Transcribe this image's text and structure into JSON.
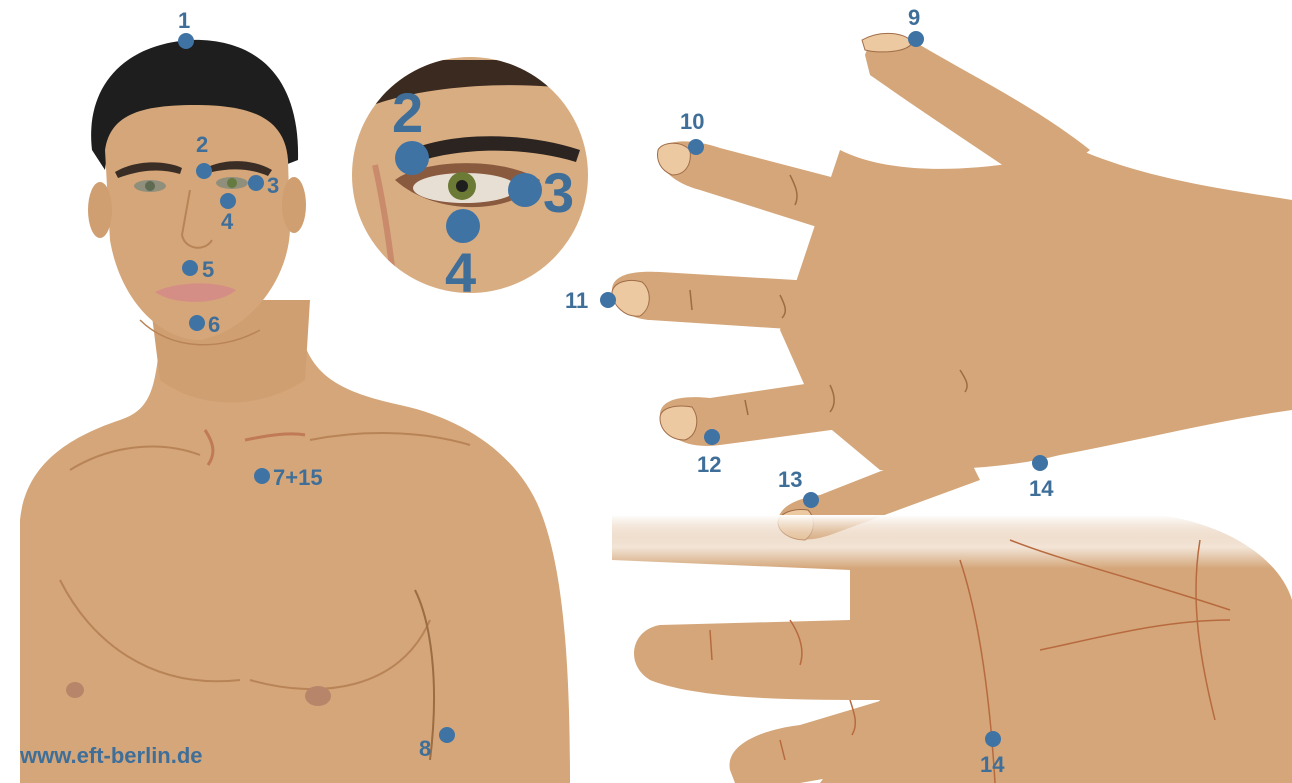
{
  "colors": {
    "skin": "#d4a679",
    "skin_shadow": "#c08f62",
    "hair": "#1e1e1e",
    "nail": "#ecc9a0",
    "point": "#3f73a4",
    "label": "#3f6f99",
    "crease": "#b86a3f"
  },
  "points": {
    "p1": "1",
    "p2": "2",
    "p3": "3",
    "p4": "4",
    "p5": "5",
    "p6": "6",
    "p7_15": "7+15",
    "p8": "8",
    "p9": "9",
    "p10": "10",
    "p11": "11",
    "p12": "12",
    "p13": "13",
    "p14_back": "14",
    "p14_palm": "14"
  },
  "zoom": {
    "p2": "2",
    "p3": "3",
    "p4": "4"
  },
  "website": "www.eft-berlin.de"
}
